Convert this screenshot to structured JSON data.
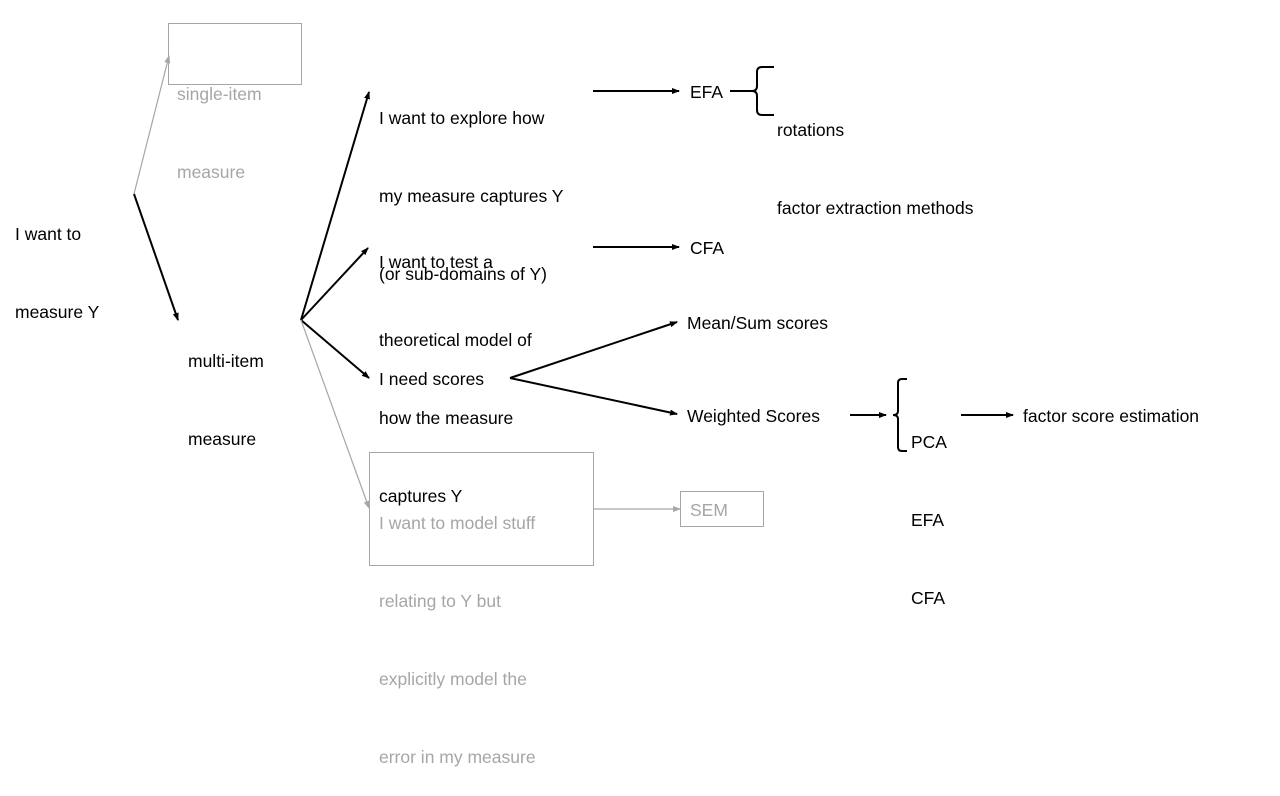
{
  "colors": {
    "active": "#000000",
    "inactive": "#a6a6a6",
    "background": "#ffffff"
  },
  "nodes": {
    "root": {
      "lines": [
        "I want to",
        "measure Y"
      ]
    },
    "single_item": {
      "lines": [
        "single-item",
        "measure"
      ],
      "state": "inactive"
    },
    "multi_item": {
      "lines": [
        "multi-item",
        "measure"
      ]
    },
    "explore": {
      "lines": [
        "I want to explore how",
        "my measure captures Y",
        "(or sub-domains of Y)"
      ]
    },
    "efa": {
      "label": "EFA"
    },
    "efa_options": {
      "lines": [
        "rotations",
        "factor extraction methods"
      ]
    },
    "test": {
      "lines": [
        "I want to test a",
        "theoretical model of",
        "how the measure",
        "captures Y"
      ]
    },
    "cfa": {
      "label": "CFA"
    },
    "scores": {
      "label": "I need scores"
    },
    "mean_sum": {
      "label": "Mean/Sum scores"
    },
    "weighted": {
      "label": "Weighted Scores"
    },
    "weighted_methods": {
      "lines": [
        "PCA",
        "EFA",
        "CFA"
      ]
    },
    "factor_score": {
      "label": "factor score estimation"
    },
    "model_error": {
      "lines": [
        "I want to model stuff",
        "relating to Y but",
        "explicitly model the",
        "error in my measure"
      ],
      "state": "inactive"
    },
    "sem": {
      "label": "SEM",
      "state": "inactive"
    }
  }
}
